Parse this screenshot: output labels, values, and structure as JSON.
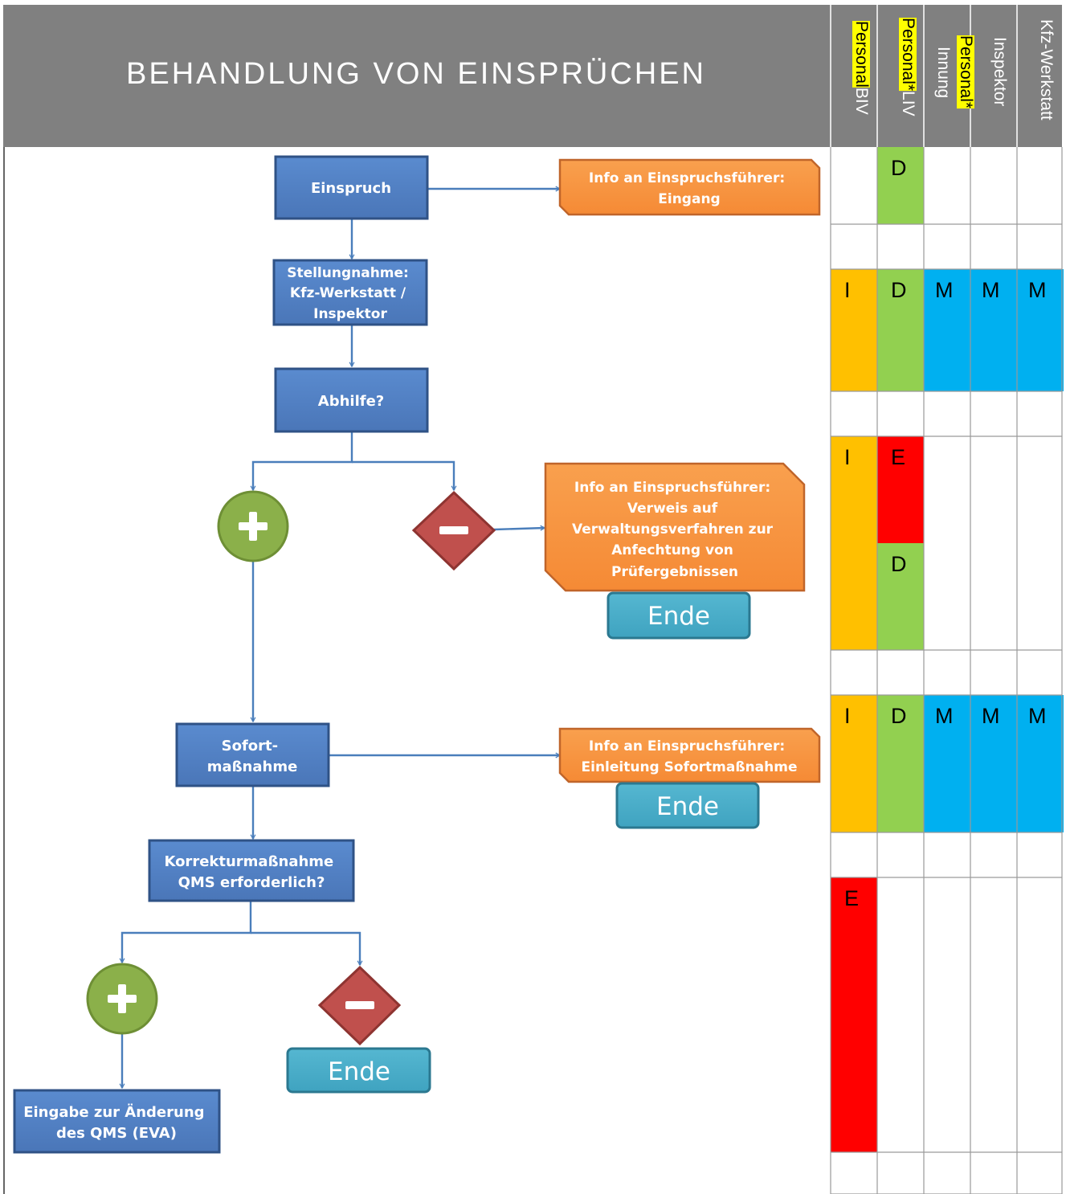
{
  "title": "BEHANDLUNG VON EINSPRÜCHEN",
  "columns": [
    {
      "key": "biv",
      "parts": [
        {
          "text": "Personal",
          "highlight": true
        },
        {
          "text": " BIV",
          "highlight": false
        }
      ]
    },
    {
      "key": "liv",
      "parts": [
        {
          "text": "Personal*",
          "highlight": true
        },
        {
          "text": " LIV",
          "highlight": false
        }
      ]
    },
    {
      "key": "innung",
      "parts": [
        {
          "text": "Innung",
          "highlight": false
        },
        {
          "text": "Personal*",
          "highlight": true
        }
      ]
    },
    {
      "key": "inspektor",
      "parts": [
        {
          "text": "Inspektor",
          "highlight": false
        }
      ]
    },
    {
      "key": "werkstatt",
      "parts": [
        {
          "text": "Kfz-Werkstatt",
          "highlight": false
        }
      ]
    }
  ],
  "matrix": [
    {
      "step": "einspruch",
      "cells": {
        "liv": "D"
      }
    },
    {
      "step": "stellungnahme",
      "cells": {
        "biv": "I",
        "liv": "D",
        "innung": "M",
        "inspektor": "M",
        "werkstatt": "M"
      }
    },
    {
      "step": "abhilfe",
      "cells": {
        "biv": "I",
        "liv": "E / D"
      }
    },
    {
      "step": "sofortmassnahme",
      "cells": {
        "biv": "I",
        "liv": "D",
        "innung": "M",
        "inspektor": "M",
        "werkstatt": "M"
      }
    },
    {
      "step": "korrekturmassnahme",
      "cells": {
        "biv": "E"
      }
    }
  ],
  "legend_colors": {
    "I": "#FFC000",
    "D": "#92D050",
    "M": "#00B0F0",
    "E": "#FF0000",
    "highlight": "#FFFF00"
  },
  "nodes": {
    "einspruch": [
      "Einspruch"
    ],
    "info_eingang": [
      "Info an Einspruchsführer:",
      "Eingang"
    ],
    "stellungnahme": [
      "Stellungnahme:",
      "Kfz-Werkstatt /",
      "Inspektor"
    ],
    "abhilfe": [
      "Abhilfe?"
    ],
    "info_verweis": [
      "Info an Einspruchsführer:",
      "Verweis auf",
      "Verwaltungsverfahren zur",
      "Anfechtung von",
      "Prüfergebnissen"
    ],
    "ende": "Ende",
    "sofort": [
      "Sofort-",
      "maßnahme"
    ],
    "info_sofort": [
      "Info an Einspruchsführer:",
      "Einleitung Sofortmaßnahme"
    ],
    "korrektur": [
      "Korrekturmaßnahme",
      "QMS erforderlich?"
    ],
    "eingabe": [
      "Eingabe zur Änderung",
      "des QMS (EVA)"
    ]
  },
  "symbols": {
    "yes": "plus-icon",
    "no": "minus-icon"
  }
}
